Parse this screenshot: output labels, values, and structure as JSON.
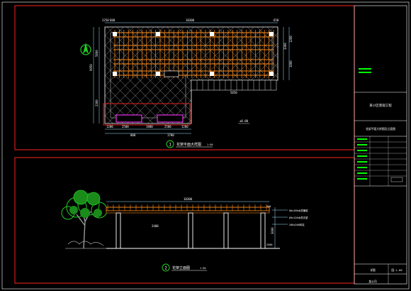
{
  "drawing": {
    "plan_dims": {
      "top_overall": "10300",
      "top_left_a": "2250",
      "top_left_b": "600",
      "top_right": "650",
      "left_total": "9950",
      "left_mid": "5800",
      "left_lower": "2300",
      "right_a": "3300",
      "right_b": "1000",
      "right_c": "1200",
      "mid_lower_right": "5050",
      "bottom_a": "1200",
      "bottom_b": "2500",
      "bottom_c": "1800",
      "bottom_d": "2500",
      "bottom_e": "1200",
      "bottom_f": "800",
      "bottom_g": "1700",
      "note_right": "±0.00"
    },
    "detail1": {
      "number": "1",
      "title": "花架平面大样图",
      "scale": "1:50"
    },
    "detail2": {
      "number": "2",
      "title": "花架立面图",
      "scale": "1:50"
    },
    "elevation_dims": {
      "overall_width": "10300",
      "height_1": "2400",
      "height_2": "3000",
      "label_1": "80x200木质横梁",
      "label_2": "60x120木质次梁",
      "label_3": "200x200砖柱",
      "label_4": "300",
      "label_5": "2500"
    },
    "title_block": {
      "project_name": "某小区景观工程",
      "drawing_name": "花架平面大样图及立面图",
      "stamp": "某公司",
      "sheet_no": "园-1.06",
      "sheet_label": "详图"
    }
  },
  "colors": {
    "background": "#000000",
    "border": "#ff0000",
    "pergola": "#ff8c1a",
    "paving": "#ffffff",
    "dimension": "#00ffff",
    "planter": "#ff00ff",
    "tree": "#22cc22",
    "title_green": "#00ff00"
  }
}
